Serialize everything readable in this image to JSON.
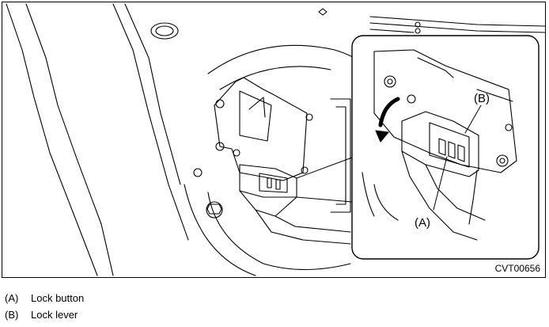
{
  "figure": {
    "id": "CVT00656",
    "callouts": [
      {
        "key": "A",
        "text": "(A)"
      },
      {
        "key": "B",
        "text": "(B)"
      }
    ]
  },
  "legend": [
    {
      "key": "(A)",
      "label": "Lock button"
    },
    {
      "key": "(B)",
      "label": "Lock lever"
    }
  ]
}
